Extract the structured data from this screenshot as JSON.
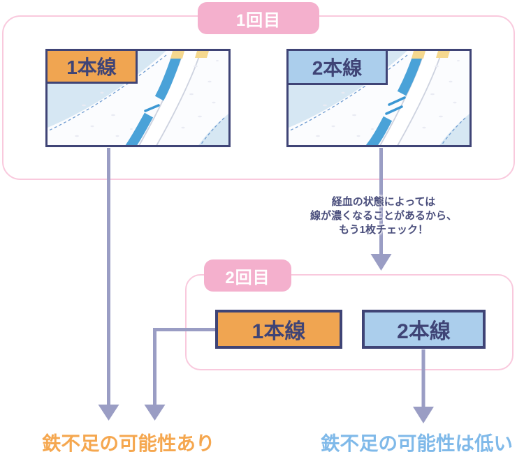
{
  "round1": {
    "badge": "1回目",
    "pads": [
      {
        "label": "1本線",
        "lines_shown": 1
      },
      {
        "label": "2本線",
        "lines_shown": 2
      }
    ]
  },
  "note": {
    "lines": [
      "経血の状態によっては",
      "線が濃くなることがあるから、",
      "もう1枚チェック！"
    ]
  },
  "round2": {
    "badge": "2回目",
    "boxes": [
      {
        "label": "1本線"
      },
      {
        "label": "2本線"
      }
    ]
  },
  "results": [
    {
      "text": "鉄不足の可能性あり",
      "color": "#f5a74f"
    },
    {
      "text": "鉄不足の可能性は低い",
      "color": "#7fb9e9"
    }
  ],
  "colors": {
    "badge_pink": "#f4b0cd",
    "panel_border_pink": "#f9c9dd",
    "navy": "#3f4476",
    "label_orange": "#f0a551",
    "label_blue": "#abceec",
    "arrow_purple": "#9a9dc4",
    "pad_background_blue": "#d6e7f3",
    "test_stripe_blue": "#4aa2d8",
    "tab_yellow": "#f5d88e"
  }
}
